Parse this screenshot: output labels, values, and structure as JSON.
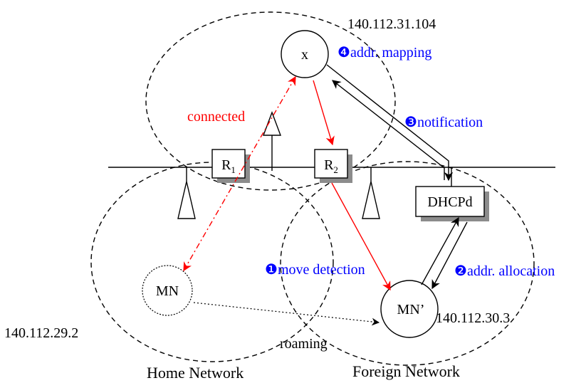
{
  "nodes": {
    "x": "x",
    "r1_base": "R",
    "r1_sub": "1",
    "r2_base": "R",
    "r2_sub": "2",
    "dhcp": "DHCPd",
    "mn": "MN",
    "mn_prime": "MN’"
  },
  "addresses": {
    "x": "140.112.31.104",
    "home": "140.112.29.2",
    "foreign": "140.112.30.3"
  },
  "labels": {
    "connected": "connected",
    "roaming": "roaming",
    "home_network": "Home Network",
    "foreign_network": "Foreign Network"
  },
  "steps": [
    {
      "num": "❶",
      "text": "move detection"
    },
    {
      "num": "❷",
      "text": "addr. allocation"
    },
    {
      "num": "❸",
      "text": "notification"
    },
    {
      "num": "❹",
      "text": "addr. mapping"
    }
  ],
  "colors": {
    "red": "#ff0000",
    "blue": "#0000ff",
    "black": "#000000",
    "shadow": "#8c8c8c"
  }
}
